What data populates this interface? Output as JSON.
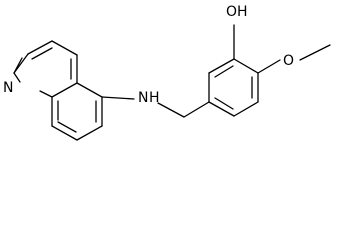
{
  "molecule": {
    "atoms": {
      "hydroxyl": "OH",
      "ring_nitrogen": "N",
      "amine": "N",
      "amine_h": "H",
      "methoxy_oxygen": "O"
    }
  }
}
